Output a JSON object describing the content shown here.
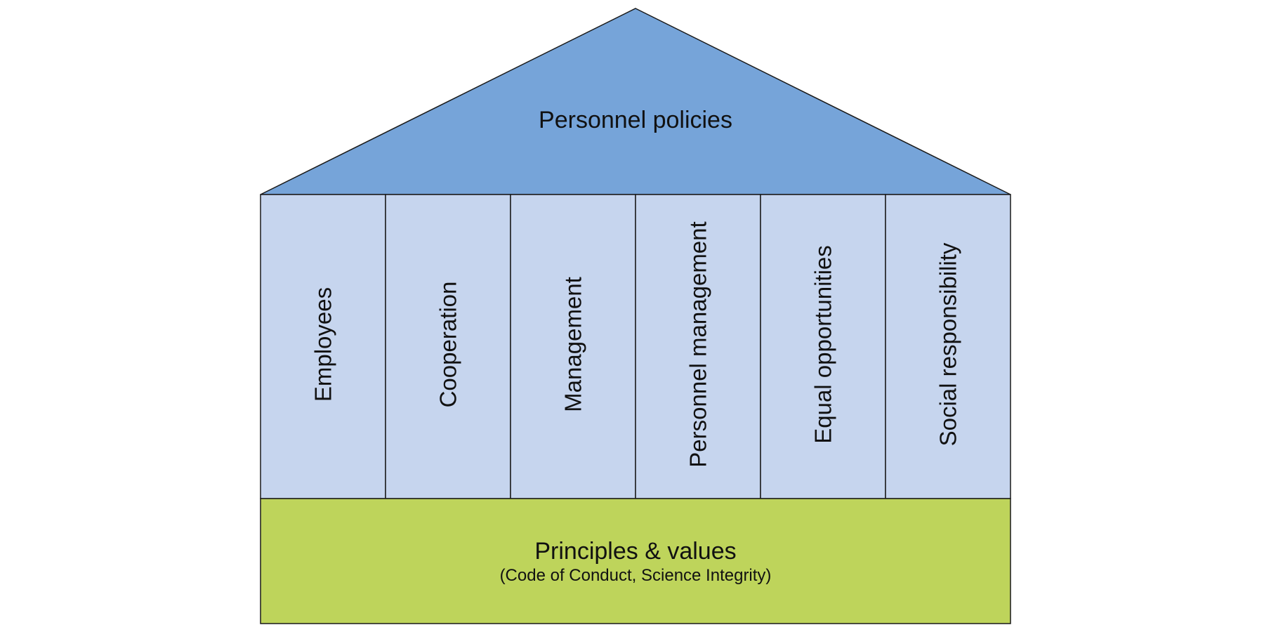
{
  "roof": {
    "label": "Personnel policies",
    "fill": "#76a4d9"
  },
  "pillars": {
    "fill": "#c6d5ee",
    "items": [
      {
        "label": "Employees"
      },
      {
        "label": "Cooperation"
      },
      {
        "label": "Management"
      },
      {
        "label": "Personnel management"
      },
      {
        "label": "Equal opportunities"
      },
      {
        "label": "Social responsibility"
      }
    ]
  },
  "base": {
    "title": "Principles & values",
    "subtitle": "(Code of Conduct, Science Integrity)",
    "fill": "#bed45b"
  },
  "stroke_color": "#1a1a1a"
}
